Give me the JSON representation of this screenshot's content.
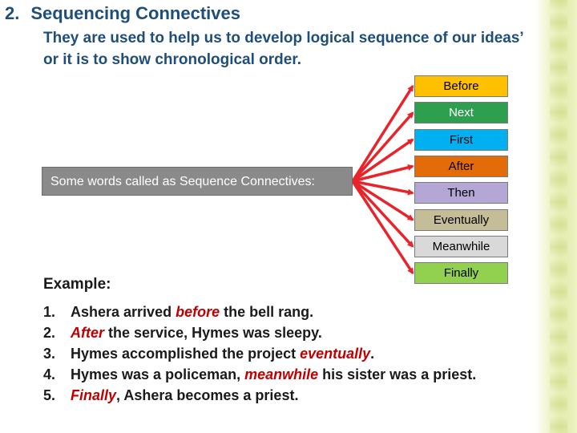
{
  "heading": {
    "number": "2.",
    "title": "Sequencing Connectives"
  },
  "description": "They are used to help us to develop logical sequence of our ideas’ or it is to show  chronological order.",
  "central_label": "Some words called as Sequence Connectives:",
  "connectives": [
    {
      "label": "Before",
      "color": "#ffc000",
      "text_color": "#000000"
    },
    {
      "label": "Next",
      "color": "#2e9e4f",
      "text_color": "#ffffff"
    },
    {
      "label": "First",
      "color": "#00b0f0",
      "text_color": "#000000"
    },
    {
      "label": "After",
      "color": "#e36c09",
      "text_color": "#000000"
    },
    {
      "label": "Then",
      "color": "#b4a7d6",
      "text_color": "#000000"
    },
    {
      "label": "Eventually",
      "color": "#c4bd97",
      "text_color": "#000000"
    },
    {
      "label": "Meanwhile",
      "color": "#d9d9d9",
      "text_color": "#000000"
    },
    {
      "label": "Finally",
      "color": "#92d050",
      "text_color": "#000000"
    }
  ],
  "arrow_color": "#e8242a",
  "example": {
    "title": "Example:",
    "items": [
      {
        "number": "1.",
        "parts": [
          {
            "text": "Ashera arrived "
          },
          {
            "text": "before",
            "hl": true
          },
          {
            "text": " the bell rang."
          }
        ]
      },
      {
        "number": "2.",
        "parts": [
          {
            "text": "After",
            "hl": true
          },
          {
            "text": " the service, Hymes was sleepy."
          }
        ]
      },
      {
        "number": "3.",
        "parts": [
          {
            "text": "Hymes accomplished the project "
          },
          {
            "text": "eventually",
            "hl": true
          },
          {
            "text": "."
          }
        ]
      },
      {
        "number": "4.",
        "parts": [
          {
            "text": "Hymes was a policeman, "
          },
          {
            "text": "meanwhile",
            "hl": true
          },
          {
            "text": " his sister was a priest."
          }
        ]
      },
      {
        "number": "5.",
        "parts": [
          {
            "text": "Finally",
            "hl": true
          },
          {
            "text": ", Ashera becomes a priest."
          }
        ]
      }
    ]
  }
}
